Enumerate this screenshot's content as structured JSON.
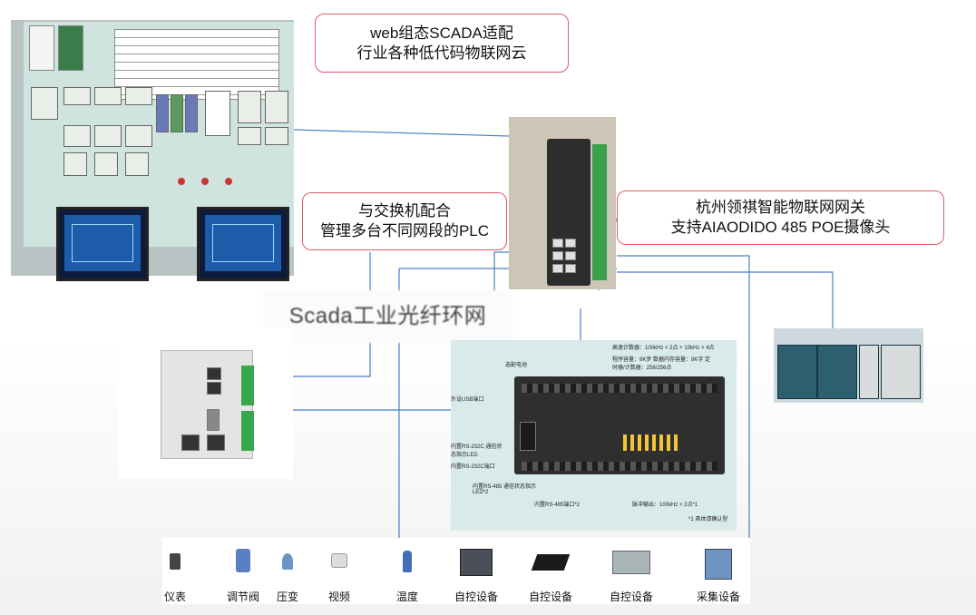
{
  "callouts": {
    "scada": [
      "web组态SCADA适配",
      "行业各种低代码物联网云"
    ],
    "gateway": [
      "杭州领祺智能物联网网关",
      "支持AIAODIDO 485 POE摄像头"
    ],
    "switch": [
      "与交换机配合",
      "管理多台不同网段的PLC"
    ]
  },
  "ring_label": "Scada工业光纤环网",
  "devices": [
    {
      "label": "仪表",
      "icon": "meter-icon"
    },
    {
      "label": "调节阀",
      "icon": "valve-icon"
    },
    {
      "label": "压变",
      "icon": "pressure-transmitter-icon"
    },
    {
      "label": "视频",
      "icon": "camera-icon"
    },
    {
      "label": "温度",
      "icon": "temperature-sensor-icon"
    },
    {
      "label": "自控设备",
      "icon": "controller-icon"
    },
    {
      "label": "自控设备",
      "icon": "drive-icon"
    },
    {
      "label": "自控设备",
      "icon": "rack-icon"
    },
    {
      "label": "采集设备",
      "icon": "cabinet-icon"
    }
  ],
  "omron_annotations": {
    "counter": "高速计数器：100kHz × 2点 + 10kHz × 4点",
    "battery": "选配电池",
    "memory": "程序容量：8K步 数据内存容量：8K字 定时器/计数器：256/256点",
    "usb": "外设USB端口",
    "rs232_led": "内置RS-232C 通信状态指示LED",
    "rs232_port": "内置RS-232C端口",
    "rs485_led": "内置RS-485 通信状态指示LED*2",
    "rs485_port": "内置RS-485端口*2",
    "pulse": "脉冲输出：100kHz × 2点*1",
    "note": "*1 具体请确认型"
  },
  "colors": {
    "callout_border": "#e15a6a",
    "line": "#4a7fc9"
  }
}
